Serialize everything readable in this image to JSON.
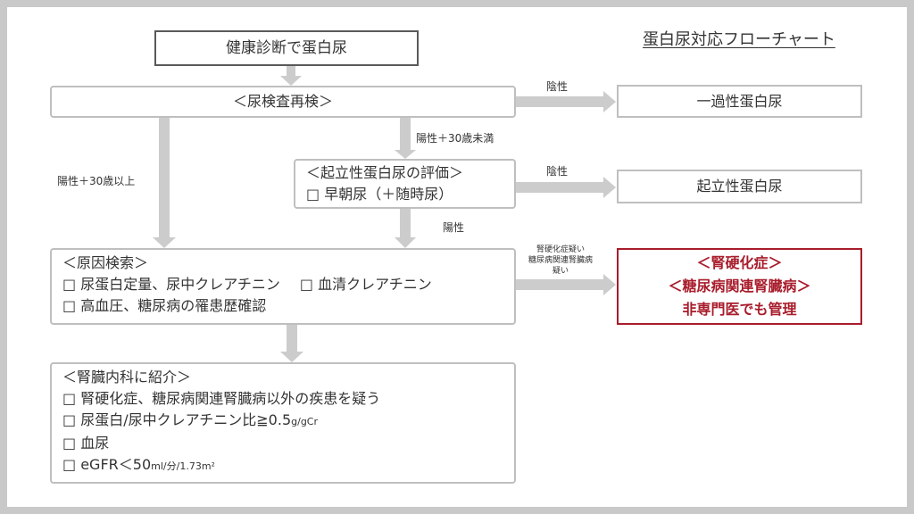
{
  "title": "蛋白尿対応フローチャート",
  "nodes": {
    "checkup": "健康診断で蛋白尿",
    "recheck": "＜尿検査再検＞",
    "transient": "一過性蛋白尿",
    "orthostatic_eval": {
      "title": "＜起立性蛋白尿の評価＞",
      "item": "□ 早朝尿（＋随時尿）"
    },
    "orthostatic": "起立性蛋白尿",
    "cause": {
      "title": "＜原因検索＞",
      "item1": "□ 尿蛋白定量、尿中クレアチニン",
      "item1b": "□ 血清クレアチニン",
      "item2": "□ 高血圧、糖尿病の罹患歴確認"
    },
    "nephro": {
      "line1": "＜腎硬化症＞",
      "line2": "＜糖尿病関連腎臓病＞",
      "line3": "非専門医でも管理"
    },
    "referral": {
      "title": "＜腎臓内科に紹介＞",
      "item1": "□ 腎硬化症、糖尿病関連腎臓病以外の疾患を疑う",
      "item2_main": "□ 尿蛋白/尿中クレアチニン比≧0.5",
      "item2_unit": "g/gCr",
      "item3": "□ 血尿",
      "item4_main": "□ eGFR＜50",
      "item4_unit": "ml/分/1.73m²"
    }
  },
  "edges": {
    "neg1": "陰性",
    "pos_under30": "陽性＋30歳未満",
    "pos_over30": "陽性＋30歳以上",
    "neg2": "陰性",
    "pos": "陽性",
    "suspect": [
      "腎硬化症疑い",
      "糖尿病関連腎臓病",
      "疑い"
    ]
  },
  "colors": {
    "arrow": "#cccccc",
    "box_border": "#bfbfbf",
    "start_border": "#595959",
    "accent": "#a81c2b"
  }
}
